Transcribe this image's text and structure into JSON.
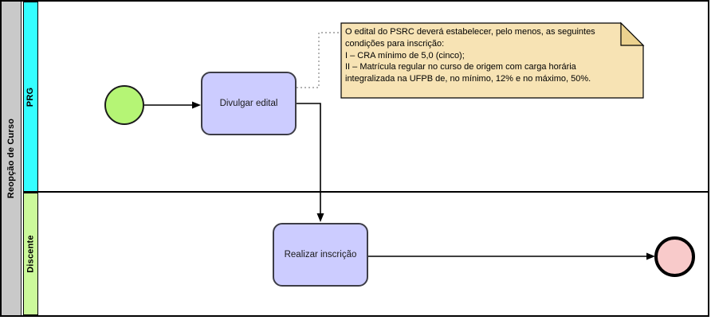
{
  "diagram": {
    "type": "bpmn-swimlane",
    "pool": {
      "label": "Reopção de Curso"
    },
    "lanes": [
      {
        "label": "PRG"
      },
      {
        "label": "Discente"
      }
    ],
    "tasks": [
      {
        "label": "Divulgar edital",
        "lane": "PRG"
      },
      {
        "label": "Realizar inscrição",
        "lane": "Discente"
      }
    ],
    "events": [
      {
        "kind": "start",
        "lane": "PRG"
      },
      {
        "kind": "end",
        "lane": "Discente"
      }
    ],
    "annotation": {
      "text": "O edital do PSRC deverá estabelecer, pelo menos, as seguintes\ncondições para inscrição:\nI – CRA mínimo de 5,0 (cinco);\nII – Matrícula regular no curso de origem com carga horária\nintegralizada na UFPB de, no mínimo, 12% e no máximo, 50%."
    },
    "flows": [
      {
        "from": "start-event",
        "to": "Divulgar edital",
        "style": "solid"
      },
      {
        "from": "Divulgar edital",
        "to": "Realizar inscrição",
        "style": "solid"
      },
      {
        "from": "Realizar inscrição",
        "to": "end-event",
        "style": "solid"
      },
      {
        "from": "Divulgar edital",
        "to": "annotation",
        "style": "dotted"
      }
    ],
    "colors": {
      "pool_bar": "#c9c9c9",
      "lane_prg": "#35feff",
      "lane_discente": "#ccf99b",
      "task_fill": "#ccccff",
      "start_event_fill": "#b5f575",
      "end_event_fill": "#f8caca",
      "annotation_fill": "#f7e3b4",
      "annotation_fold": "#ecd28f",
      "line": "#000000",
      "association_line": "#999999"
    }
  }
}
